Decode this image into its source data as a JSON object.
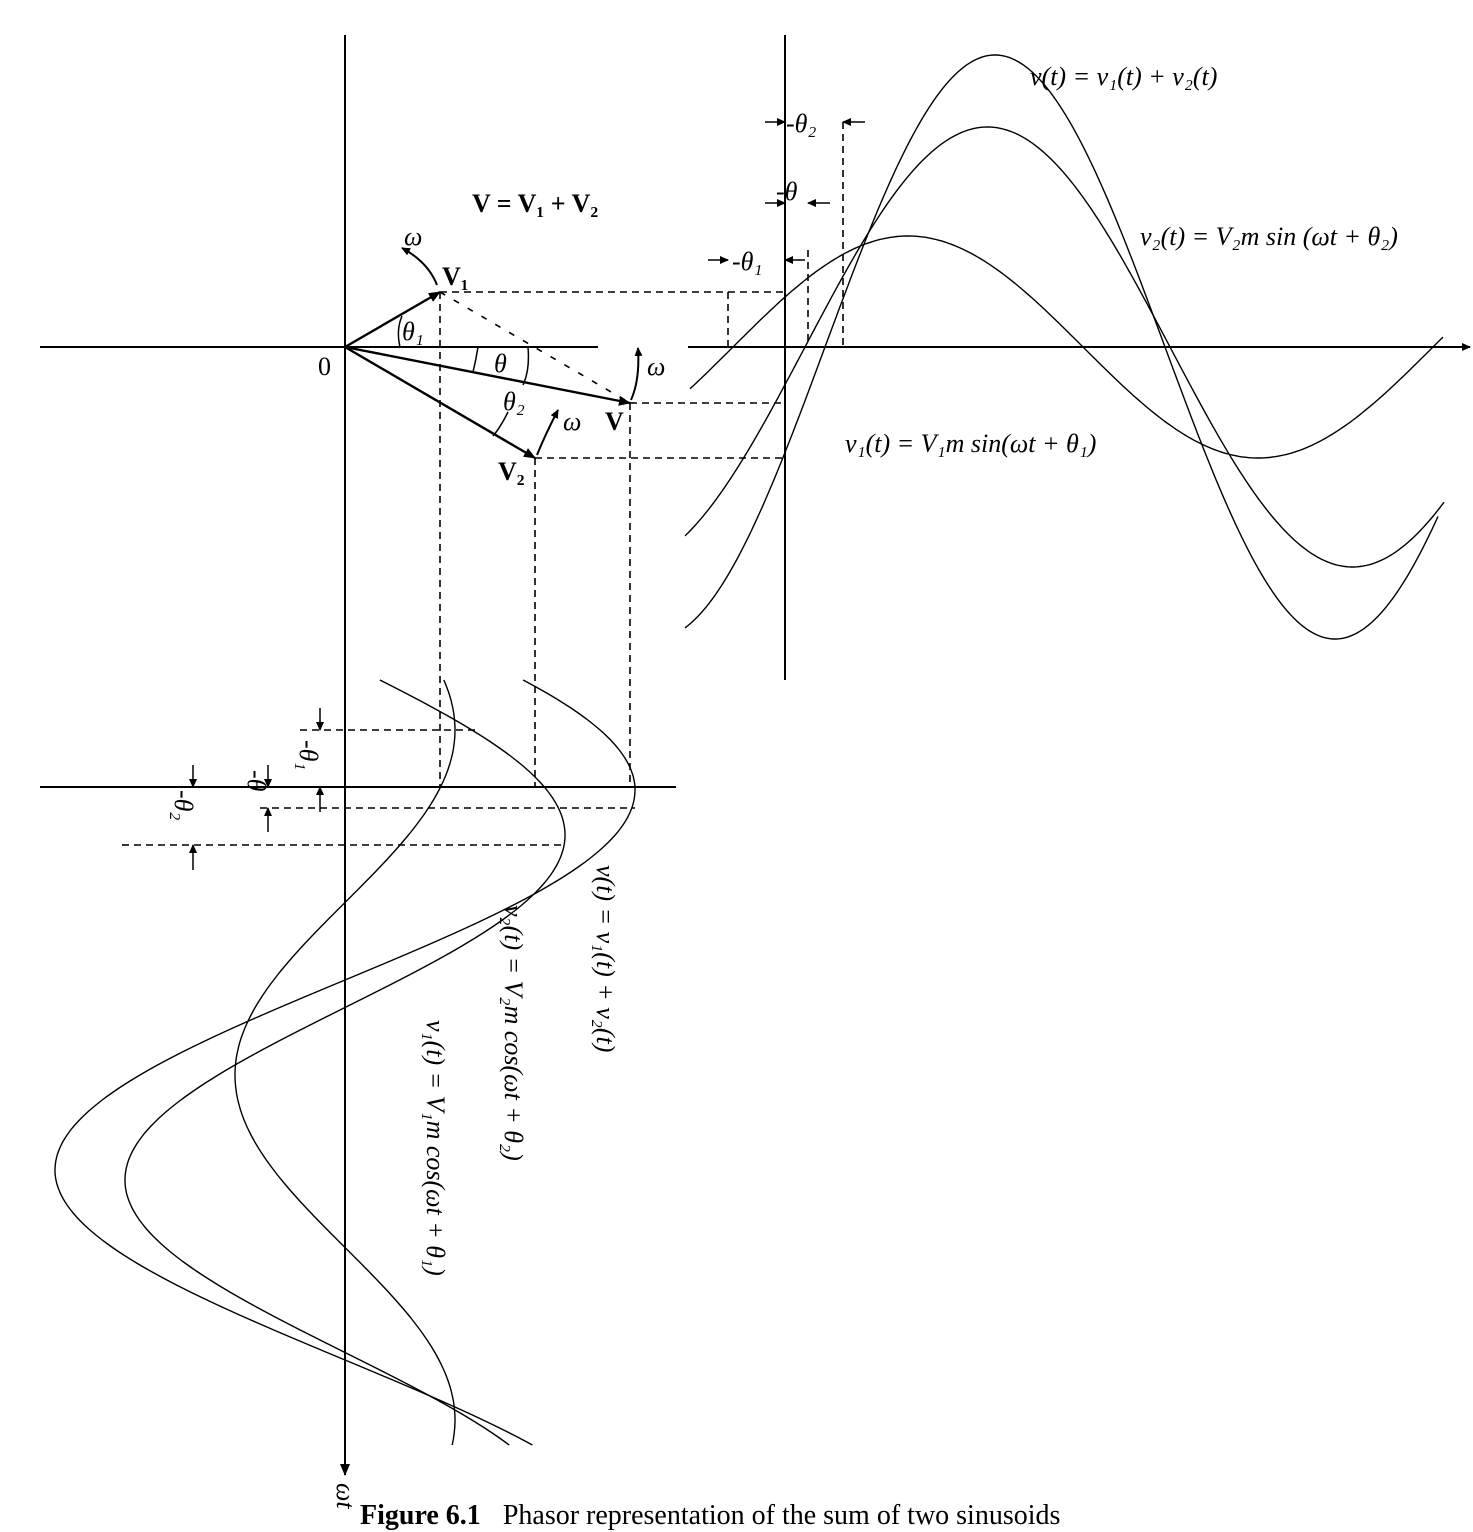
{
  "labels": {
    "phasor_sum": "V = V₁ + V₂",
    "origin": "0",
    "V1": "V₁",
    "V2": "V₂",
    "V": "V",
    "omega": "ω",
    "theta": "θ",
    "theta1": "θ₁",
    "theta2": "θ₂",
    "neg_theta": "-θ",
    "neg_theta1": "-θ₁",
    "neg_theta2": "-θ₂",
    "omega_t": "ωt"
  },
  "right_plot": {
    "v_label": "v(t) = v₁(t) + v₂(t)",
    "v2_label": "v₂(t) = V₂m sin (ωt + θ₂)",
    "v1_label": "v₁(t) = V₁m sin(ωt + θ₁)"
  },
  "bottom_plot": {
    "v_label": "v(t) = v₁(t) + v₂(t)",
    "v2_label": "v₂(t) = V₂m cos(ωt + θ₂)",
    "v1_label": "v₁(t) = V₁m cos(ωt + θ₁)"
  },
  "caption": {
    "number": "Figure 6.1",
    "text": "Phasor representation of the sum of two sinusoids"
  }
}
